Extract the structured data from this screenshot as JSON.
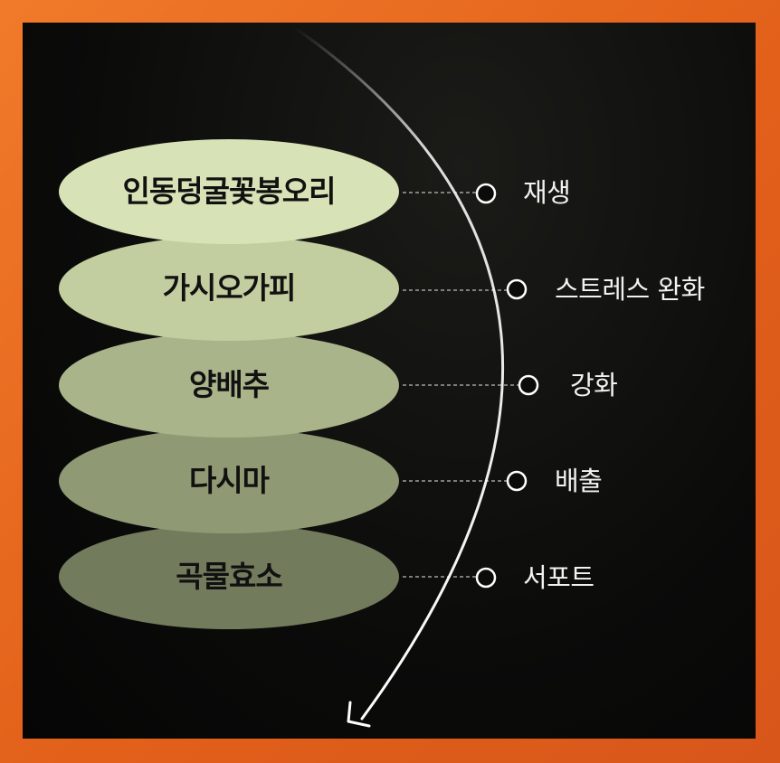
{
  "layers": [
    {
      "label": "인동덩굴꽃봉오리",
      "color": "#d7e2b6"
    },
    {
      "label": "가시오가피",
      "color": "#c2ce9f"
    },
    {
      "label": "양배추",
      "color": "#a9b48b"
    },
    {
      "label": "다시마",
      "color": "#8f9a74"
    },
    {
      "label": "곡물효소",
      "color": "#737b5d"
    }
  ],
  "effects": [
    {
      "label": "재생"
    },
    {
      "label": "스트레스 완화"
    },
    {
      "label": "강화"
    },
    {
      "label": "배출"
    },
    {
      "label": "서포트"
    }
  ],
  "colors": {
    "frame": "#e8671f",
    "background": "#0b0b0a",
    "arc": "#ffffff",
    "node_fill": "#0b0b0a"
  }
}
